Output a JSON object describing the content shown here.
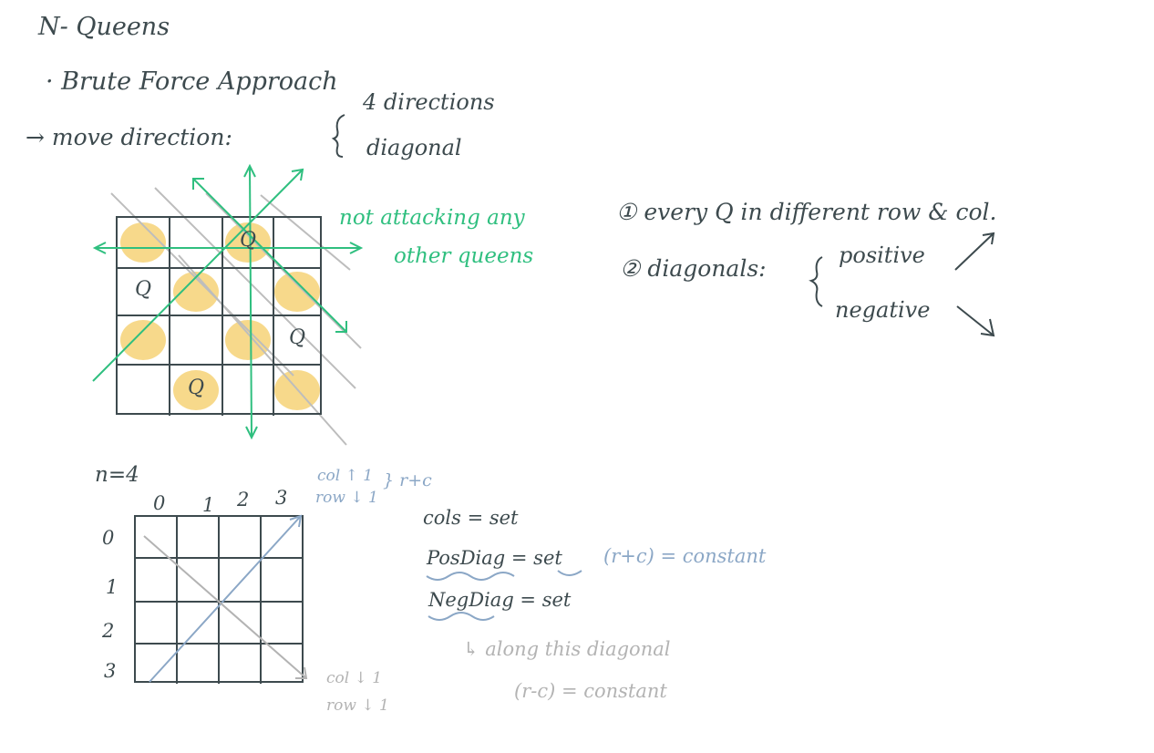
{
  "title": "N- Queens",
  "brute_force": "· Brute Force Approach",
  "move_direction": "→ move direction:",
  "directions": {
    "four": "4 directions",
    "diagonal": "diagonal"
  },
  "not_attacking": {
    "line1": "not attacking any",
    "line2": "other queens"
  },
  "rules": {
    "rule1": "① every Q in different row & col.",
    "rule2": "② diagonals:",
    "positive": "positive",
    "negative": "negative"
  },
  "board_4x4": {
    "queen_label": "Q",
    "queens": [
      {
        "row": 0,
        "col": 2
      },
      {
        "row": 1,
        "col": 0
      },
      {
        "row": 2,
        "col": 3
      },
      {
        "row": 3,
        "col": 1
      }
    ],
    "highlight_color": "#f7d98b"
  },
  "index_board": {
    "n_label": "n=4",
    "col_ticks": [
      "0",
      "1",
      "2",
      "3"
    ],
    "row_ticks": [
      "0",
      "1",
      "2",
      "3"
    ],
    "col_up": "col ↑ 1",
    "row_down": "row ↓ 1",
    "r_plus_c": "} r+c",
    "col_down": "col ↓ 1",
    "row_down2": "row ↓ 1"
  },
  "code_notes": {
    "cols": "cols = set",
    "pos_diag": "PosDiag = set",
    "pos_diag_const": "(r+c) = constant",
    "neg_diag": "NegDiag = set",
    "along": "↳ along this diagonal",
    "r_minus_c": "(r-c) = constant"
  },
  "colors": {
    "ink": "#3d4a4e",
    "green": "#2fbf7f",
    "blue": "#8ba7c6",
    "grey": "#b3b3b3",
    "yellow": "#f7d98b"
  }
}
